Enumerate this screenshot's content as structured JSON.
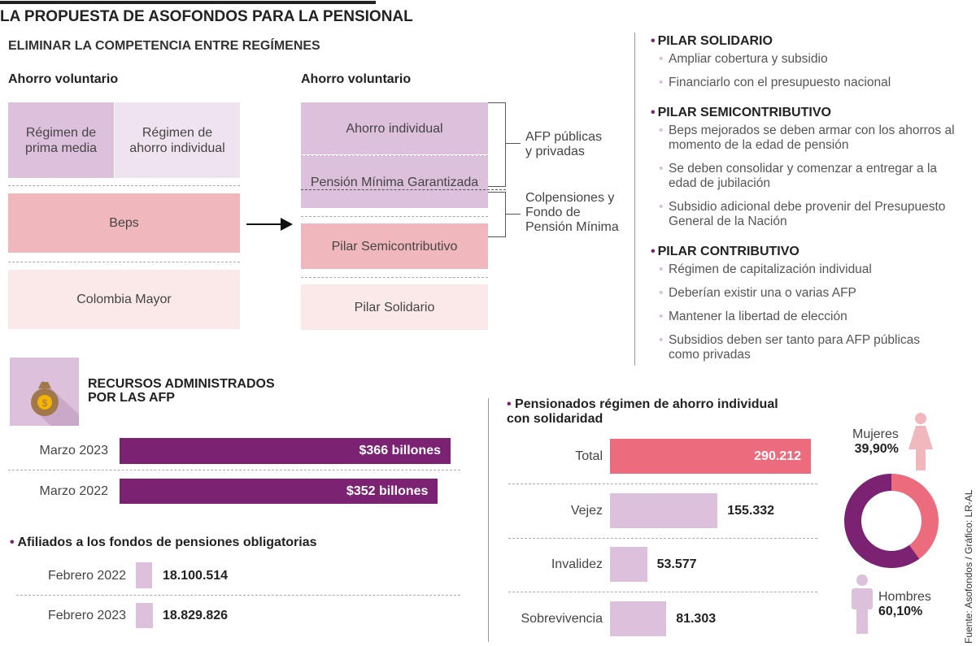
{
  "title": "LA PROPUESTA DE ASOFONDOS PARA LA PENSIONAL",
  "subtitle": "ELIMINAR LA COMPETENCIA ENTRE REGÍMENES",
  "current": {
    "header": "Ahorro voluntario",
    "rpm": "Régimen de prima media",
    "rai": "Régimen de ahorro individual",
    "beps": "Beps",
    "cm": "Colombia Mayor"
  },
  "proposed": {
    "header": "Ahorro voluntario",
    "ai": "Ahorro individual",
    "pmg": "Pensión Mínima Garantizada",
    "semi": "Pilar Semicontributivo",
    "sol": "Pilar Solidario",
    "afp": "AFP públicas y privadas",
    "colp": "Colpensiones y Fondo de Pensión Mínima"
  },
  "pillars": [
    {
      "title": "PILAR SOLIDARIO",
      "items": [
        "Ampliar cobertura y subsidio",
        "Financiarlo con el presupuesto nacional"
      ]
    },
    {
      "title": "PILAR SEMICONTRIBUTIVO",
      "items": [
        "Beps mejorados se deben armar con los ahorros al momento de la edad de pensión",
        "Se deben consolidar y comenzar a entregar a la edad de jubilación",
        "Subsidio adicional debe provenir del Presupuesto General de la Nación"
      ]
    },
    {
      "title": "PILAR CONTRIBUTIVO",
      "items": [
        "Régimen de capitalización individual",
        "Deberían existir una o varias AFP",
        "Mantener la libertad de elección",
        "Subsidios deben ser tanto para AFP públicas como privadas"
      ]
    }
  ],
  "source": "Fuente: Asofondos / Gráfico: LR-AL",
  "colors": {
    "purple": "#7b2272",
    "lavender": "#dcc0dc",
    "salmon": "#ec6b7d",
    "pink": "#f0b8bc"
  },
  "chart_data": [
    {
      "type": "bar",
      "title": "RECURSOS ADMINISTRADOS POR LAS AFP",
      "categories": [
        "Marzo 2023",
        "Marzo 2022"
      ],
      "values": [
        366,
        352
      ],
      "labels": [
        "$366 billones",
        "$352 billones"
      ],
      "unit": "billones"
    },
    {
      "type": "bar",
      "title": "Afiliados a los fondos de pensiones obligatorias",
      "categories": [
        "Febrero 2022",
        "Febrero 2023"
      ],
      "values": [
        18100514,
        18829826
      ],
      "labels": [
        "18.100.514",
        "18.829.826"
      ]
    },
    {
      "type": "bar",
      "title": "Pensionados régimen de ahorro individual con solidaridad",
      "categories": [
        "Total",
        "Vejez",
        "Invalidez",
        "Sobrevivencia"
      ],
      "values": [
        290212,
        155332,
        53577,
        81303
      ],
      "labels": [
        "290.212",
        "155.332",
        "53.577",
        "81.303"
      ]
    },
    {
      "type": "pie",
      "categories": [
        "Mujeres",
        "Hombres"
      ],
      "values": [
        39.9,
        60.1
      ],
      "labels": [
        "39,90%",
        "60,10%"
      ]
    }
  ]
}
